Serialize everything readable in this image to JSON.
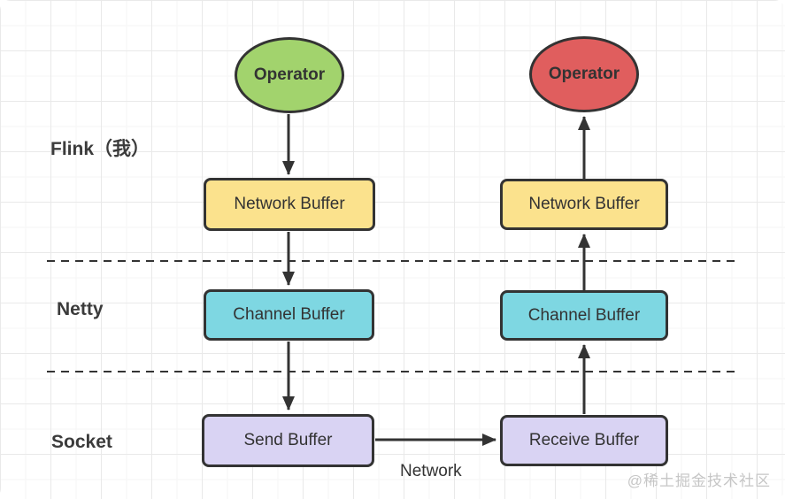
{
  "diagram": {
    "layer_labels": {
      "flink": "Flink（我）",
      "netty": "Netty",
      "socket": "Socket"
    },
    "nodes": {
      "operator_left": "Operator",
      "operator_right": "Operator",
      "network_buffer_left": "Network Buffer",
      "network_buffer_right": "Network Buffer",
      "channel_buffer_left": "Channel Buffer",
      "channel_buffer_right": "Channel Buffer",
      "send_buffer": "Send Buffer",
      "receive_buffer": "Receive Buffer"
    },
    "edge_label": "Network",
    "watermark": "@稀土掘金技术社区",
    "colors": {
      "operator_left_fill": "#a2d36d",
      "operator_right_fill": "#e05e5e",
      "network_buffer_fill": "#fbe28d",
      "channel_buffer_fill": "#7ed7e2",
      "socket_buffer_fill": "#d9d3f3",
      "stroke": "#333333",
      "text": "#333333",
      "watermark_text": "#c6c6c6"
    }
  }
}
